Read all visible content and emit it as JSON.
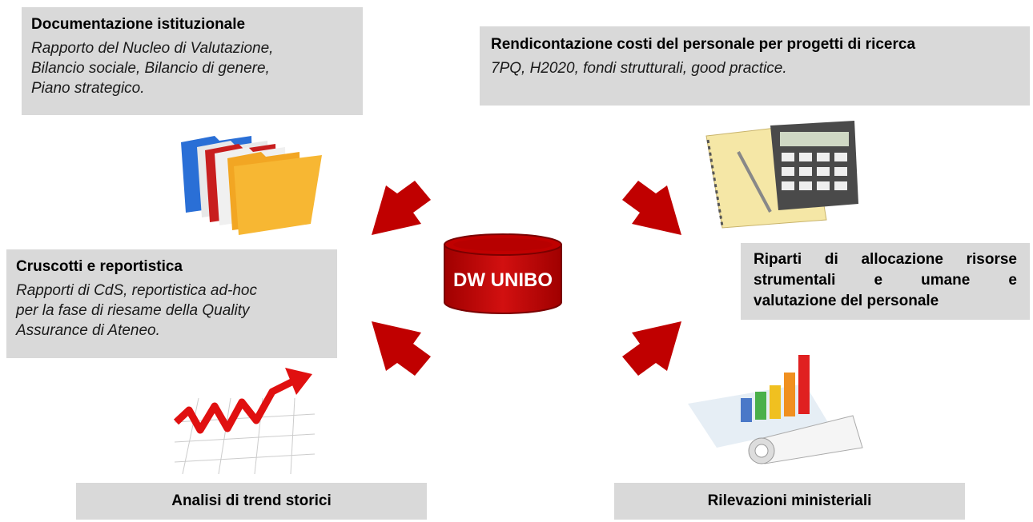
{
  "center": {
    "label": "DW UNIBO"
  },
  "boxes": {
    "documentazione": {
      "title": "Documentazione istituzionale",
      "lines": [
        "Rapporto del Nucleo di Valutazione,",
        "Bilancio sociale, Bilancio di genere,",
        "Piano strategico."
      ]
    },
    "rendicontazione": {
      "title": "Rendicontazione costi del personale per progetti di ricerca",
      "lines": [
        "7PQ, H2020, fondi strutturali, good practice."
      ]
    },
    "cruscotti": {
      "title": "Cruscotti e reportistica",
      "lines": [
        "Rapporti di CdS, reportistica ad-hoc",
        "per la fase di riesame della Quality",
        "Assurance di Ateneo."
      ]
    },
    "riparti": {
      "lines": [
        "Riparti di allocazione risorse",
        "strumentali e umane e",
        "valutazione del personale"
      ]
    },
    "trend": {
      "title": "Analisi di trend storici"
    },
    "rilevazioni": {
      "title": "Rilevazioni ministeriali"
    }
  },
  "colors": {
    "arrow": "#c00000",
    "box": "#d9d9d9",
    "cylinder": "#c00000"
  }
}
